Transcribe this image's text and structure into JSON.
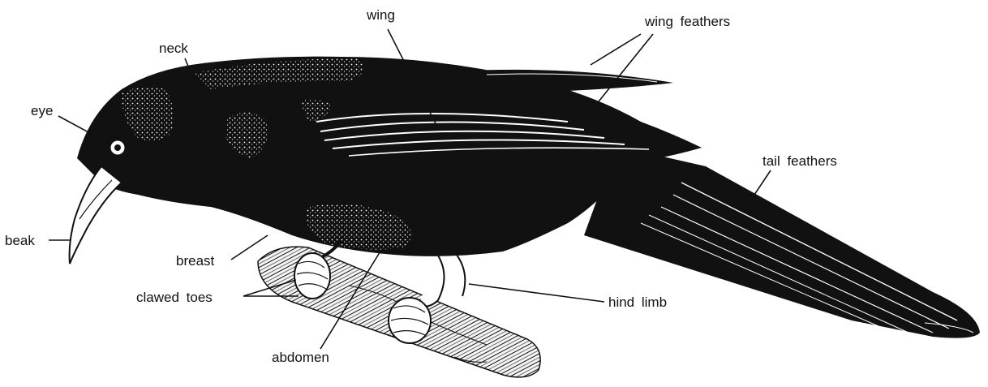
{
  "diagram": {
    "colors": {
      "background": "#ffffff",
      "ink": "#111111",
      "highlight": "#ffffff",
      "branch": "#f4f4f4"
    },
    "labels": {
      "wing": "wing",
      "wing_feathers": "wing feathers",
      "neck": "neck",
      "eye": "eye",
      "tail_feathers": "tail feathers",
      "beak": "beak",
      "breast": "breast",
      "clawed_toes": "clawed toes",
      "hind_limb": "hind limb",
      "abdomen": "abdomen"
    }
  }
}
